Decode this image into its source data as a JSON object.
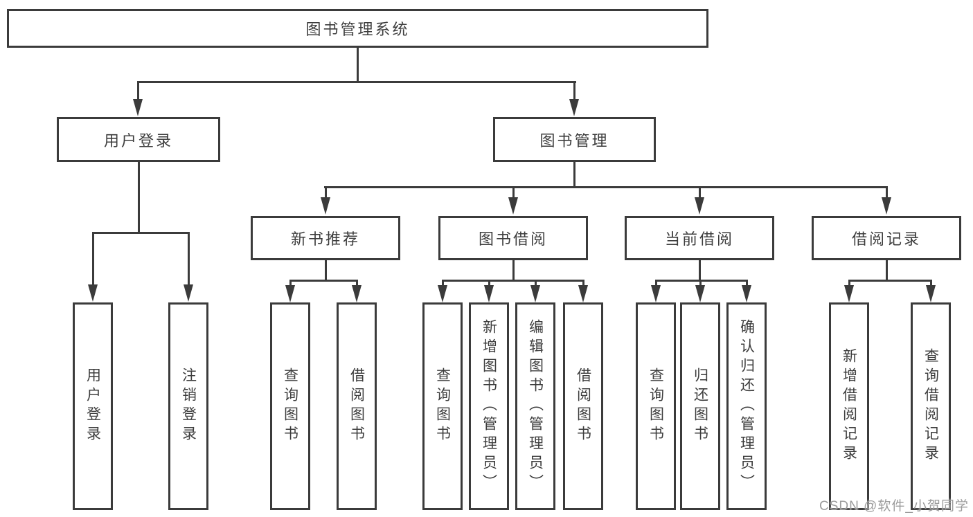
{
  "diagram": {
    "watermark": "CSDN @软件_小贺同学",
    "colors": {
      "line": "#3b3b3b",
      "box_border": "#3b3b3b",
      "text": "#3d3d3d",
      "background": "#ffffff",
      "watermark_text": "#9c9c9c"
    },
    "root": {
      "label": "图书管理系统",
      "children": [
        {
          "label": "用户登录",
          "children": [
            {
              "label": "用户登录"
            },
            {
              "label": "注销登录"
            }
          ]
        },
        {
          "label": "图书管理",
          "children": [
            {
              "label": "新书推荐",
              "children": [
                {
                  "label": "查询图书"
                },
                {
                  "label": "借阅图书"
                }
              ]
            },
            {
              "label": "图书借阅",
              "children": [
                {
                  "label": "查询图书"
                },
                {
                  "label": "新增图书（管理员）"
                },
                {
                  "label": "编辑图书（管理员）"
                },
                {
                  "label": "借阅图书"
                }
              ]
            },
            {
              "label": "当前借阅",
              "children": [
                {
                  "label": "查询图书"
                },
                {
                  "label": "归还图书"
                },
                {
                  "label": "确认归还（管理员）"
                }
              ]
            },
            {
              "label": "借阅记录",
              "children": [
                {
                  "label": "新增借阅记录"
                },
                {
                  "label": "查询借阅记录"
                }
              ]
            }
          ]
        }
      ]
    }
  }
}
